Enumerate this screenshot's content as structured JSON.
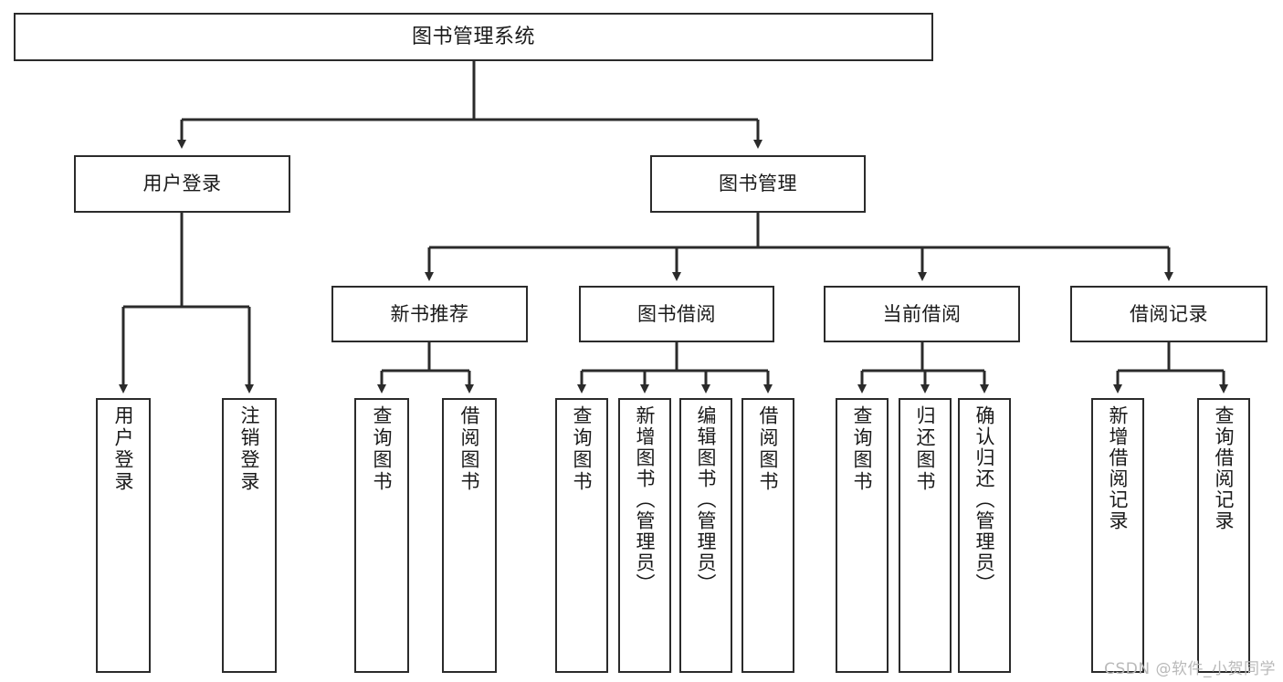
{
  "diagram": {
    "type": "tree-hierarchy",
    "title": "图书管理系统",
    "root": {
      "label": "图书管理系统"
    },
    "level2": [
      {
        "label": "用户登录"
      },
      {
        "label": "图书管理"
      }
    ],
    "level3": [
      {
        "label": "新书推荐"
      },
      {
        "label": "图书借阅"
      },
      {
        "label": "当前借阅"
      },
      {
        "label": "借阅记录"
      }
    ],
    "leaves": {
      "user_login": [
        {
          "label": "用户登录"
        },
        {
          "label": "注销登录"
        }
      ],
      "new_book_recommend": [
        {
          "label": "查询图书"
        },
        {
          "label": "借阅图书"
        }
      ],
      "book_borrow": [
        {
          "label": "查询图书"
        },
        {
          "label": "新增图书（管理员）"
        },
        {
          "label": "编辑图书（管理员）"
        },
        {
          "label": "借阅图书"
        }
      ],
      "current_borrow": [
        {
          "label": "查询图书"
        },
        {
          "label": "归还图书"
        },
        {
          "label": "确认归还（管理员）"
        }
      ],
      "borrow_record": [
        {
          "label": "新增借阅记录"
        },
        {
          "label": "查询借阅记录"
        }
      ]
    }
  },
  "watermark": {
    "text": "CSDN @软件_小贺同学"
  },
  "colors": {
    "line": "#2b2b2b",
    "box_fill": "#ffffff",
    "text": "#1a1a1a",
    "watermark": "#b9b9b9"
  }
}
